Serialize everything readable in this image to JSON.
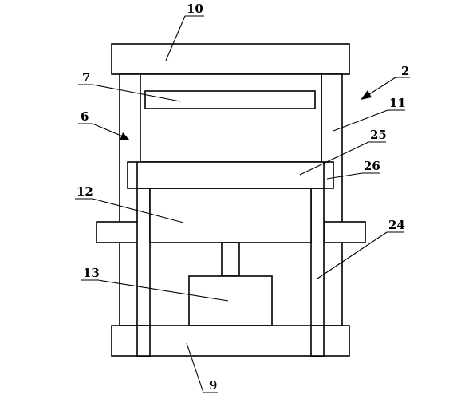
{
  "labels": {
    "top_plate": "10",
    "frame": "2",
    "upper_plate": "7",
    "column": "11",
    "side_post": "6",
    "slide_plate": "25",
    "bushing": "26",
    "lower_block": "12",
    "guide_rod": "24",
    "cylinder": "13",
    "base": "9"
  },
  "colors": {
    "stroke": "#000000",
    "fill": "#ffffff"
  }
}
